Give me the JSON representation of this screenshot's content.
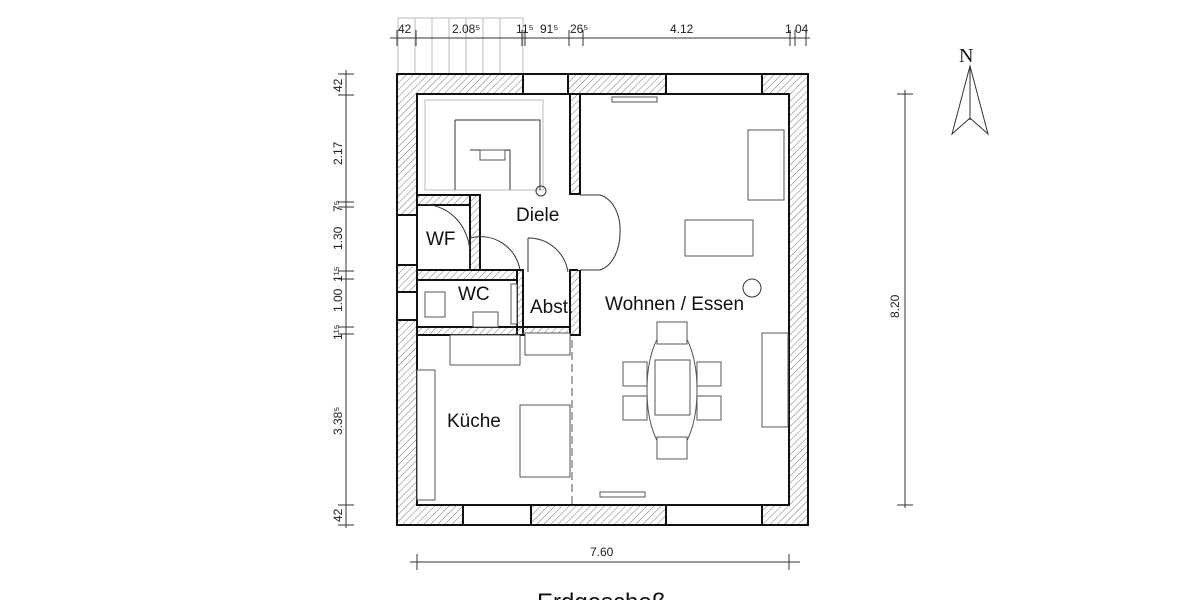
{
  "plan": {
    "title": "Erdgeschoß",
    "north_label": "N",
    "rooms": {
      "diele": "Diele",
      "wf": "WF",
      "wc": "WC",
      "abst": "Abst.",
      "wohnen": "Wohnen / Essen",
      "kueche": "Küche"
    },
    "dims_top": [
      "42",
      "2.08⁵",
      "1",
      "1⁵",
      "91⁵",
      "26⁵",
      "4.12",
      "1",
      "04"
    ],
    "dims_left": [
      "42",
      "2.17",
      "7⁵",
      "1.30",
      "1¹⁵",
      "1.00",
      "1¹⁵",
      "3.38⁵",
      "42"
    ],
    "dim_right": "8.20",
    "dim_bottom": "7.60"
  }
}
